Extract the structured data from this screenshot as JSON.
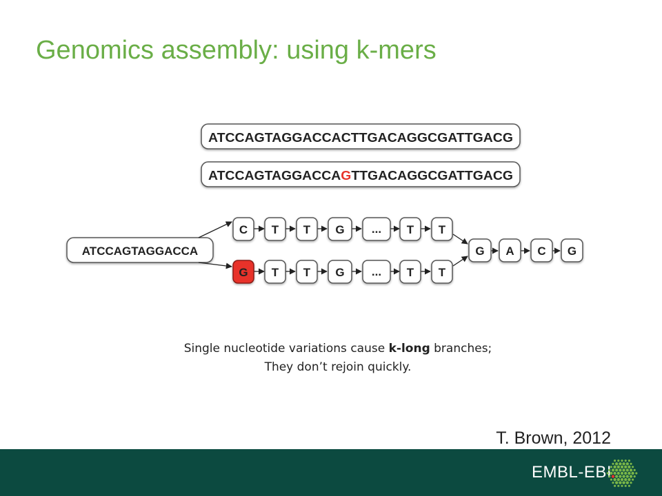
{
  "slide": {
    "title": "Genomics assembly: using k-mers",
    "caption_line1_pre": "Single nucleotide variations cause ",
    "caption_line1_bold": "k-long",
    "caption_line1_post": " branches;",
    "caption_line2": "They don’t rejoin quickly.",
    "credit": "T. Brown, 2012"
  },
  "reads": [
    {
      "prefix": "ATCCAGTAGGACCA",
      "variant": "C",
      "suffix": "TTGACAGGCGATTGACG"
    },
    {
      "prefix": "ATCCAGTAGGACCA",
      "variant": "G",
      "suffix": "TTGACAGGCGATTGACG"
    }
  ],
  "graph": {
    "start_node": "ATCCAGTAGGACCA",
    "top_branch": [
      "C",
      "T",
      "T",
      "G",
      "...",
      "T",
      "T"
    ],
    "bottom_branch": [
      "G",
      "T",
      "T",
      "G",
      "...",
      "T",
      "T"
    ],
    "merge": [
      "G",
      "A",
      "C",
      "G"
    ]
  },
  "colors": {
    "title": "#6aae47",
    "variant": "#e8332a",
    "footer": "#0c4a40"
  },
  "footer": {
    "logo_text": "EMBL-EBI",
    "logo_icon": "hexagon-dots-icon"
  }
}
